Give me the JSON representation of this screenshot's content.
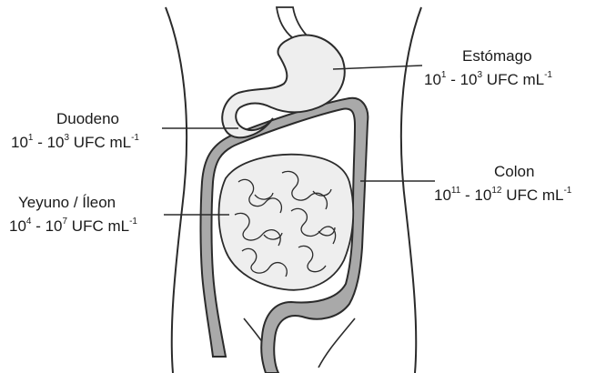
{
  "figure": {
    "colors": {
      "outline": "#2b2b2b",
      "colon_fill": "#a9a9a9",
      "organ_fill": "#eeeeee",
      "background": "#ffffff"
    }
  },
  "labels": {
    "estomago": {
      "name": "Estómago",
      "base1": "10",
      "exp1": "1",
      "sep": " - ",
      "base2": "10",
      "exp2": "3",
      "unit": " UFC mL",
      "unit_exp": "-1"
    },
    "duodeno": {
      "name": "Duodeno",
      "base1": "10",
      "exp1": "1",
      "sep": " - ",
      "base2": "10",
      "exp2": "3",
      "unit": " UFC mL",
      "unit_exp": "-1"
    },
    "colon": {
      "name": "Colon",
      "base1": "10",
      "exp1": "11",
      "sep": " - ",
      "base2": "10",
      "exp2": "12",
      "unit": " UFC mL",
      "unit_exp": "-1"
    },
    "yeyuno": {
      "name": "Yeyuno /  Íleon",
      "base1": "10",
      "exp1": "4",
      "sep": " - ",
      "base2": "10",
      "exp2": "7",
      "unit": " UFC mL",
      "unit_exp": "-1"
    }
  }
}
